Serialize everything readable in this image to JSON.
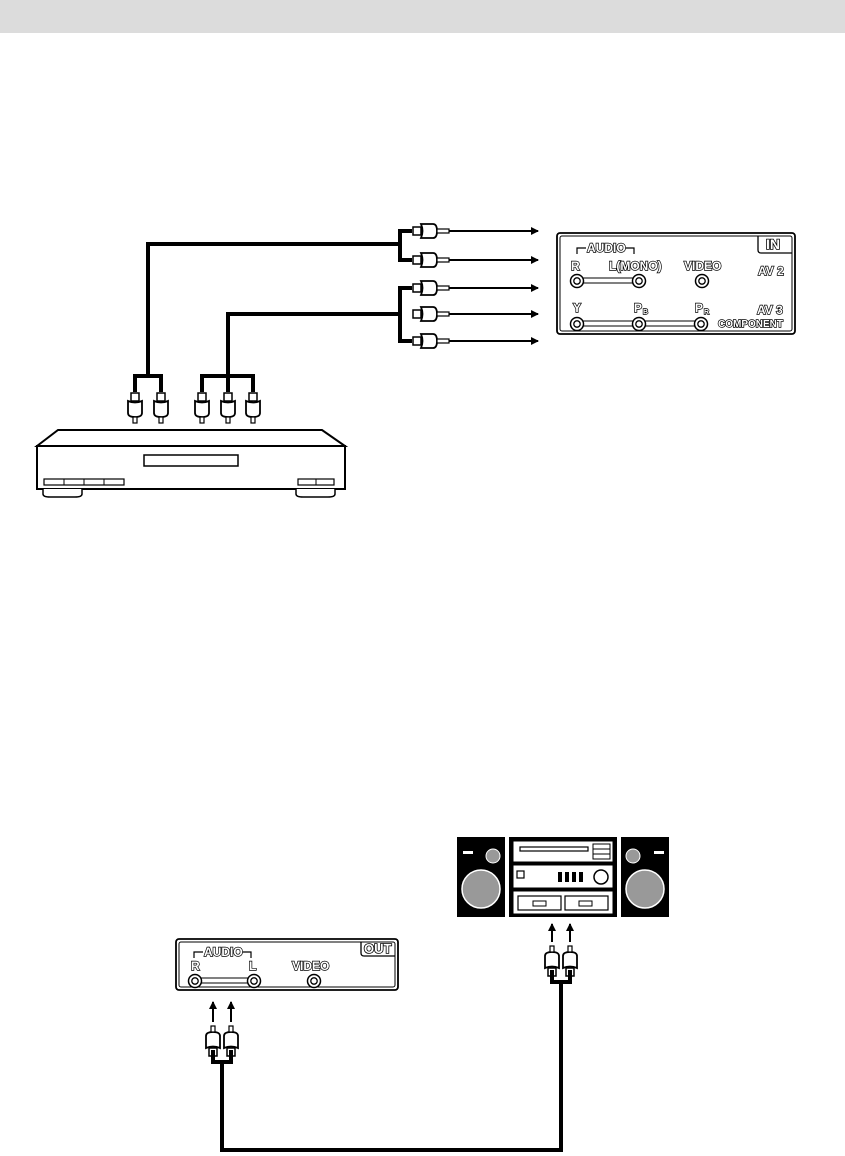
{
  "in_panel": {
    "tag": "IN",
    "audio_label": "AUDIO",
    "r_label": "R",
    "l_mono_label": "L(MONO)",
    "video_label": "VIDEO",
    "av2_label": "AV 2",
    "y_label": "Y",
    "pb_label": "P",
    "pb_sub": "B",
    "pr_label": "P",
    "pr_sub": "R",
    "av3_label": "AV 3",
    "component_label": "COMPONENT"
  },
  "out_panel": {
    "tag": "OUT",
    "audio_label": "AUDIO",
    "r_label": "R",
    "l_label": "L",
    "video_label": "VIDEO"
  },
  "colors": {
    "top_bar": "#dcdcdc",
    "line": "#000000",
    "speaker_cone": "#999999"
  }
}
